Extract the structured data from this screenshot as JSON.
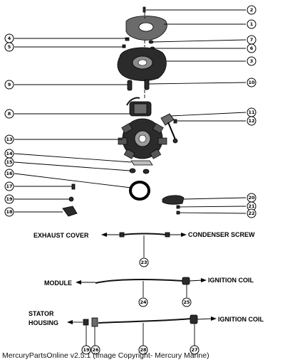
{
  "callout_numbers": [
    "1",
    "2",
    "3",
    "4",
    "5",
    "6",
    "7",
    "8",
    "9",
    "10",
    "11",
    "12",
    "13",
    "14",
    "15",
    "16",
    "17",
    "18",
    "19",
    "20",
    "21",
    "22",
    "23",
    "24",
    "25",
    "26",
    "27",
    "28"
  ],
  "wiring_labels": {
    "exhaust_cover": "EXHAUST COVER",
    "condenser_screw": "CONDENSER SCREW",
    "module": "MODULE",
    "ignition_coil_1": "IGNITION COIL",
    "stator": "STATOR",
    "housing": "HOUSING",
    "ignition_coil_2": "IGNITION COIL"
  },
  "caption": "MercuryPartsOnline v2.5.1 (Image Copyright- Mercury Marine)"
}
